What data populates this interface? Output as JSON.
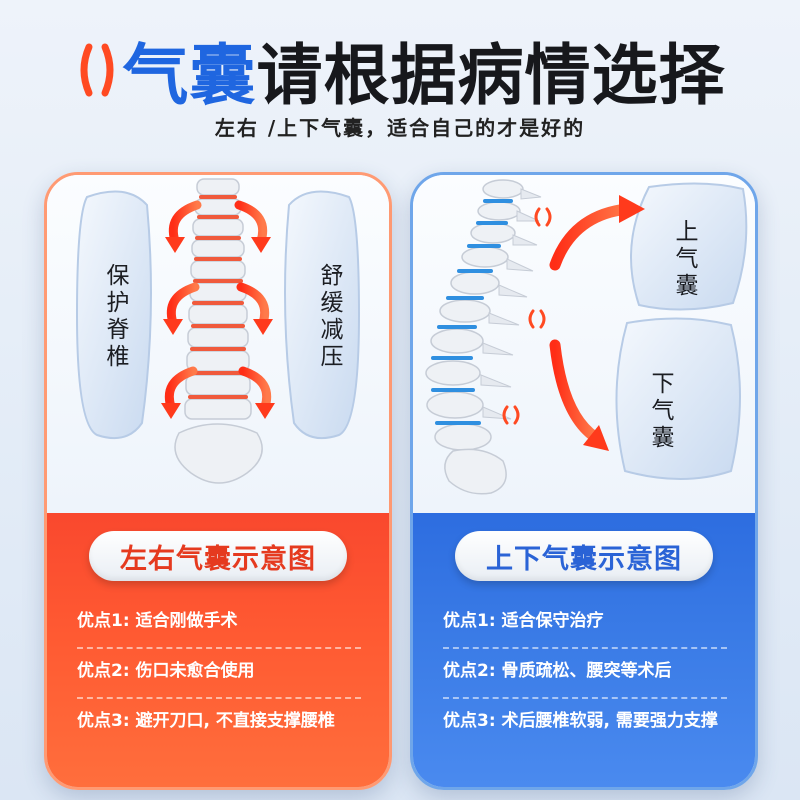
{
  "header": {
    "title_accent": "气囊",
    "title_rest": "请根据病情选择",
    "subtitle": "左右 /上下气囊，适合自己的才是好的"
  },
  "left_card": {
    "bag_left_label": "保护脊椎",
    "bag_right_label": "舒缓减压",
    "pill_label": "左右气囊示意图",
    "items": [
      {
        "label": "优点1: 适合刚做手术"
      },
      {
        "label": "优点2: 伤口未愈合使用"
      },
      {
        "label": "优点3: 避开刀口, 不直接支撑腰椎"
      }
    ]
  },
  "right_card": {
    "bag_top_label": "上气囊",
    "bag_bottom_label": "下气囊",
    "pill_label": "上下气囊示意图",
    "items": [
      {
        "label": "优点1: 适合保守治疗"
      },
      {
        "label": "优点2: 骨质疏松、腰突等术后"
      },
      {
        "label": "优点3: 术后腰椎软弱, 需要强力支撑"
      }
    ]
  },
  "colors": {
    "accent_blue": "#1f66e0",
    "accent_red": "#f9482e",
    "card_left_border": "#ff9a73",
    "card_right_border": "#6fa6ea"
  }
}
